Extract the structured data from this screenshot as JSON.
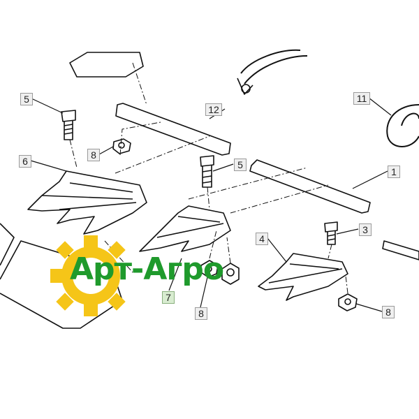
{
  "diagram": {
    "callouts": [
      {
        "id": "5a",
        "label": "5"
      },
      {
        "id": "12",
        "label": "12"
      },
      {
        "id": "11",
        "label": "11"
      },
      {
        "id": "8a",
        "label": "8"
      },
      {
        "id": "6",
        "label": "6"
      },
      {
        "id": "5b",
        "label": "5"
      },
      {
        "id": "1",
        "label": "1"
      },
      {
        "id": "3",
        "label": "3"
      },
      {
        "id": "4",
        "label": "4"
      },
      {
        "id": "7",
        "label": "7"
      },
      {
        "id": "8b",
        "label": "8"
      },
      {
        "id": "8c",
        "label": "8"
      }
    ]
  },
  "watermark": {
    "text": "Арт-Агро",
    "gear_color": "#f5c518",
    "text_color": "#1f9a2c"
  }
}
